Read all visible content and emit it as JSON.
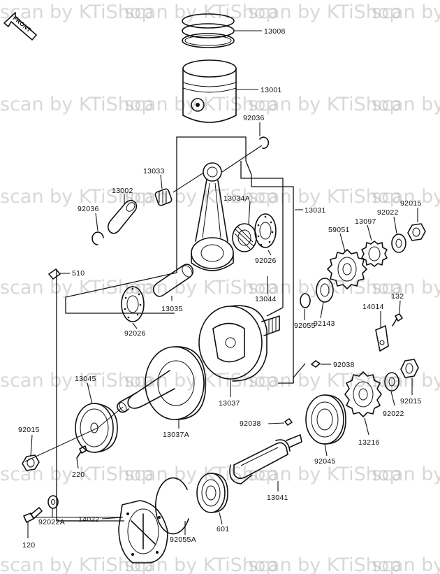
{
  "watermark": "scan by KTiShop",
  "front_arrow_label": "FRONT",
  "colors": {
    "ink": "#111111",
    "watermark": "#b9b9b9",
    "background": "#ffffff"
  },
  "labels": {
    "p13008": "13008",
    "p13001": "13001",
    "p92036a": "92036",
    "p13033": "13033",
    "p13002": "13002",
    "p92036b": "92036",
    "p13034a": "13034A",
    "p13031": "13031",
    "p92015a": "92015",
    "p92022a": "92022",
    "p13097": "13097",
    "p59051": "59051",
    "p510": "510",
    "p92026a": "92026",
    "p13035": "13035",
    "p13044": "13044",
    "p92026b": "92026",
    "p92055": "92055",
    "p92143": "92143",
    "p14014": "14014",
    "p132": "132",
    "p92038a": "92038",
    "p13045": "13045",
    "p13037": "13037",
    "p92015b": "92015",
    "p92022b": "92022",
    "p13216": "13216",
    "p92015c": "92015",
    "p220": "220",
    "p13037a": "13037A",
    "p92038b": "92038",
    "p92045": "92045",
    "p13041": "13041",
    "p14022": "14022",
    "p601": "601",
    "p92022c": "92022A",
    "p120": "120",
    "p92055a": "92055A"
  }
}
